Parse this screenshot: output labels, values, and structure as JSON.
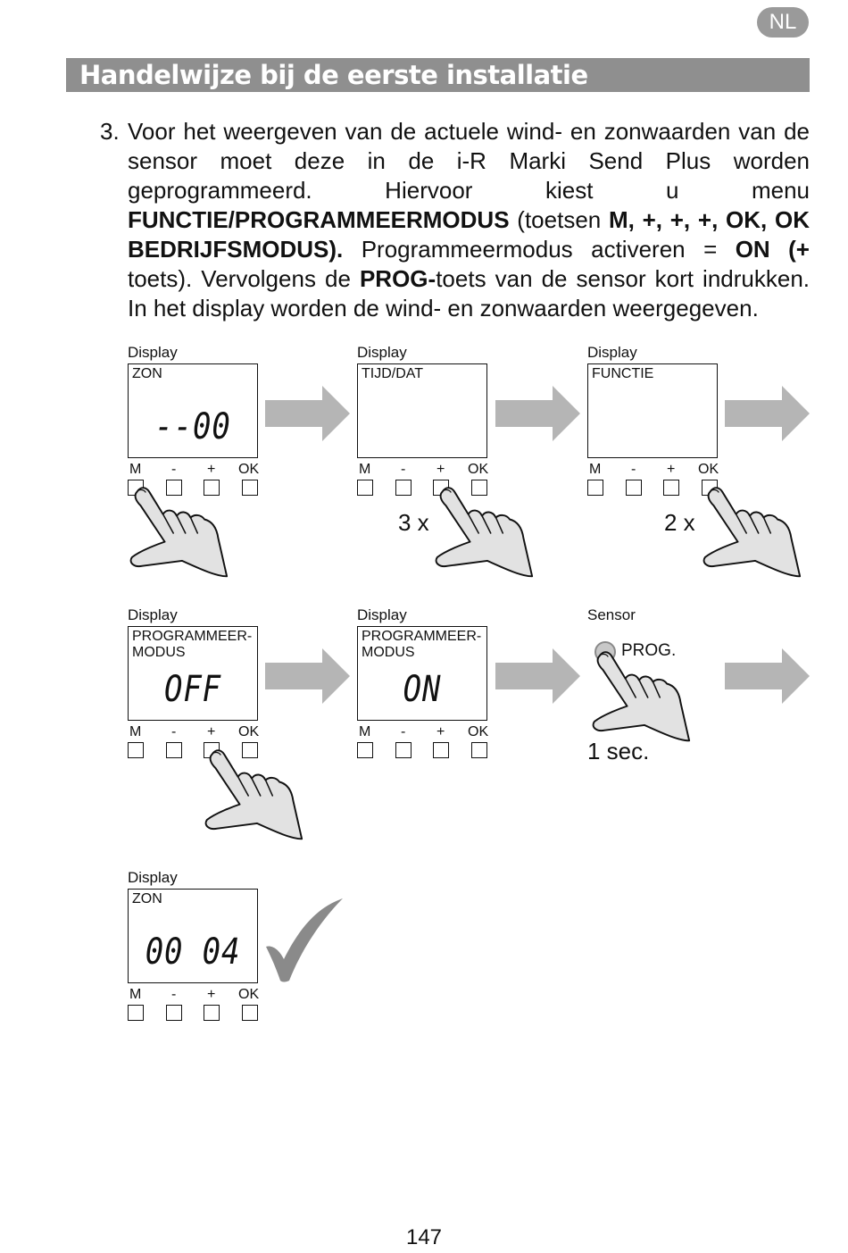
{
  "language_badge": "NL",
  "header": {
    "title": "Handelwijze bij de eerste installatie"
  },
  "step": {
    "number": "3.",
    "t1": "Voor het weergeven van de actuele wind- en zonwaarden van de sensor moet deze in de i-R Marki Send Plus worden geprogrammeerd. Hiervoor kiest u menu ",
    "b1": "FUNCTIE/PROGRAMMEERMODUS",
    "t2": " (toetsen ",
    "b2": "M, +, +, +, OK, OK BEDRIJFSMODUS).",
    "t3": " Programmeermodus activeren = ",
    "b3": "ON (+",
    "t4": " toets). Vervolgens de ",
    "b4": "PROG-",
    "t5": "toets van de sensor kort indrukken. In het display worden de wind- en zonwaarden weergegeven."
  },
  "keys": {
    "m": "M",
    "minus": "-",
    "plus": "+",
    "ok": "OK"
  },
  "panels": [
    {
      "label": "Display",
      "title": "ZON",
      "value": "--00"
    },
    {
      "label": "Display",
      "title": "TIJD/DAT",
      "value": "",
      "count": "3 x"
    },
    {
      "label": "Display",
      "title": "FUNCTIE",
      "value": "",
      "count": "2 x"
    },
    {
      "label": "Display",
      "title": "PROGRAMMEER-\nMODUS",
      "value": "OFF"
    },
    {
      "label": "Display",
      "title": "PROGRAMMEER-\nMODUS",
      "value": "ON"
    },
    {
      "label": "Display",
      "title": "ZON",
      "value": "00 04"
    }
  ],
  "sensor": {
    "label": "Sensor",
    "button": "PROG.",
    "duration": "1 sec."
  },
  "page_number": "147",
  "colors": {
    "header_bg": "#8f8f8f",
    "arrow": "#b5b5b5",
    "check": "#8a8a8a",
    "hand_fill": "#e2e2e2"
  }
}
